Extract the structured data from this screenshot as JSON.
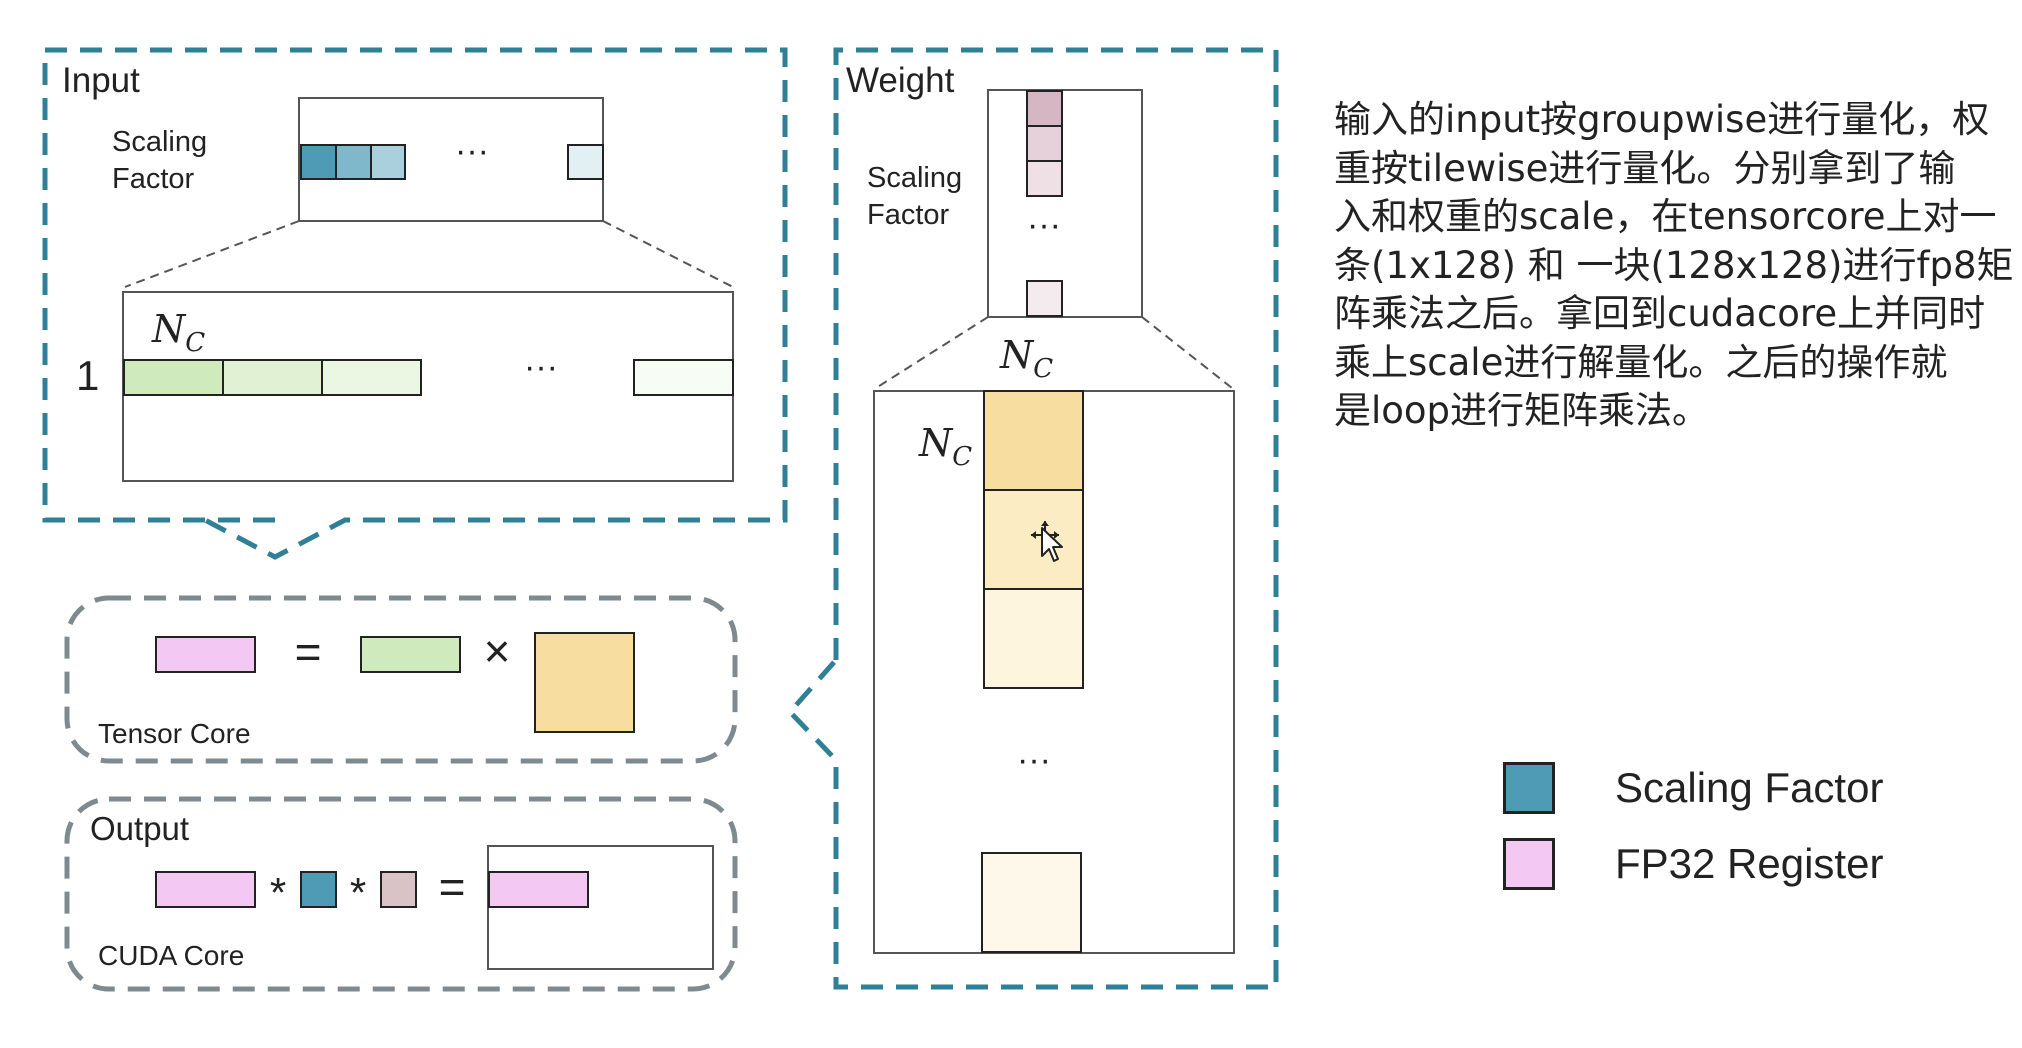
{
  "input_panel": {
    "title": "Input",
    "scaling_label_line1": "Scaling",
    "scaling_label_line2": "Factor",
    "ellipsis": "···",
    "nc_label": "N",
    "nc_sub": "C",
    "row_label": "1",
    "detail_ellipsis": "···"
  },
  "weight_panel": {
    "title": "Weight",
    "scaling_label_line1": "Scaling",
    "scaling_label_line2": "Factor",
    "ellipsis": "···",
    "nc_top_label": "N",
    "nc_top_sub": "C",
    "nc_left_label": "N",
    "nc_left_sub": "C",
    "detail_ellipsis": "···"
  },
  "tensor_core": {
    "label": "Tensor Core",
    "equals": "=",
    "times": "×"
  },
  "output_panel": {
    "title": "Output",
    "label": "CUDA Core",
    "star1": "*",
    "star2": "*",
    "equals": "="
  },
  "description": {
    "lines": [
      "输入的input按groupwise进行量化，权",
      "重按tilewise进行量化。分别拿到了输",
      "入和权重的scale，在tensorcore上对一",
      "条(1x128) 和 一块(128x128)进行fp8矩",
      "阵乘法之后。拿回到cudacore上并同时",
      "乘上scale进行解量化。之后的操作就",
      "是loop进行矩阵乘法。"
    ]
  },
  "legend": {
    "items": [
      {
        "label": "Scaling Factor",
        "color": "#4f9bb5"
      },
      {
        "label": "FP32 Register",
        "color": "#f3c8f3"
      }
    ]
  },
  "colors": {
    "dash_blue": "#2f7f96",
    "dash_gray": "#7d8a90",
    "scale_blue_dark": "#4f9bb5",
    "scale_blue_mid": "#7fb8cb",
    "scale_blue_light": "#a9d0dc",
    "scale_blue_pale": "#e3f0f3",
    "green_dark": "#cfeabd",
    "green_mid": "#e0f2d3",
    "green_light": "#ebf6e3",
    "green_pale": "#f7fcf4",
    "weight_scale_dark": "#d7b6c3",
    "weight_scale_mid": "#e6d0d9",
    "weight_scale_light": "#efe0e6",
    "weight_scale_pale": "#f4ebef",
    "tile_dark": "#f7dea0",
    "tile_mid": "#fbecc4",
    "tile_light": "#fdf5dd",
    "tile_pale": "#fdf8ea",
    "fp32": "#f3c8f3",
    "out_gray": "#d9c3c6"
  }
}
